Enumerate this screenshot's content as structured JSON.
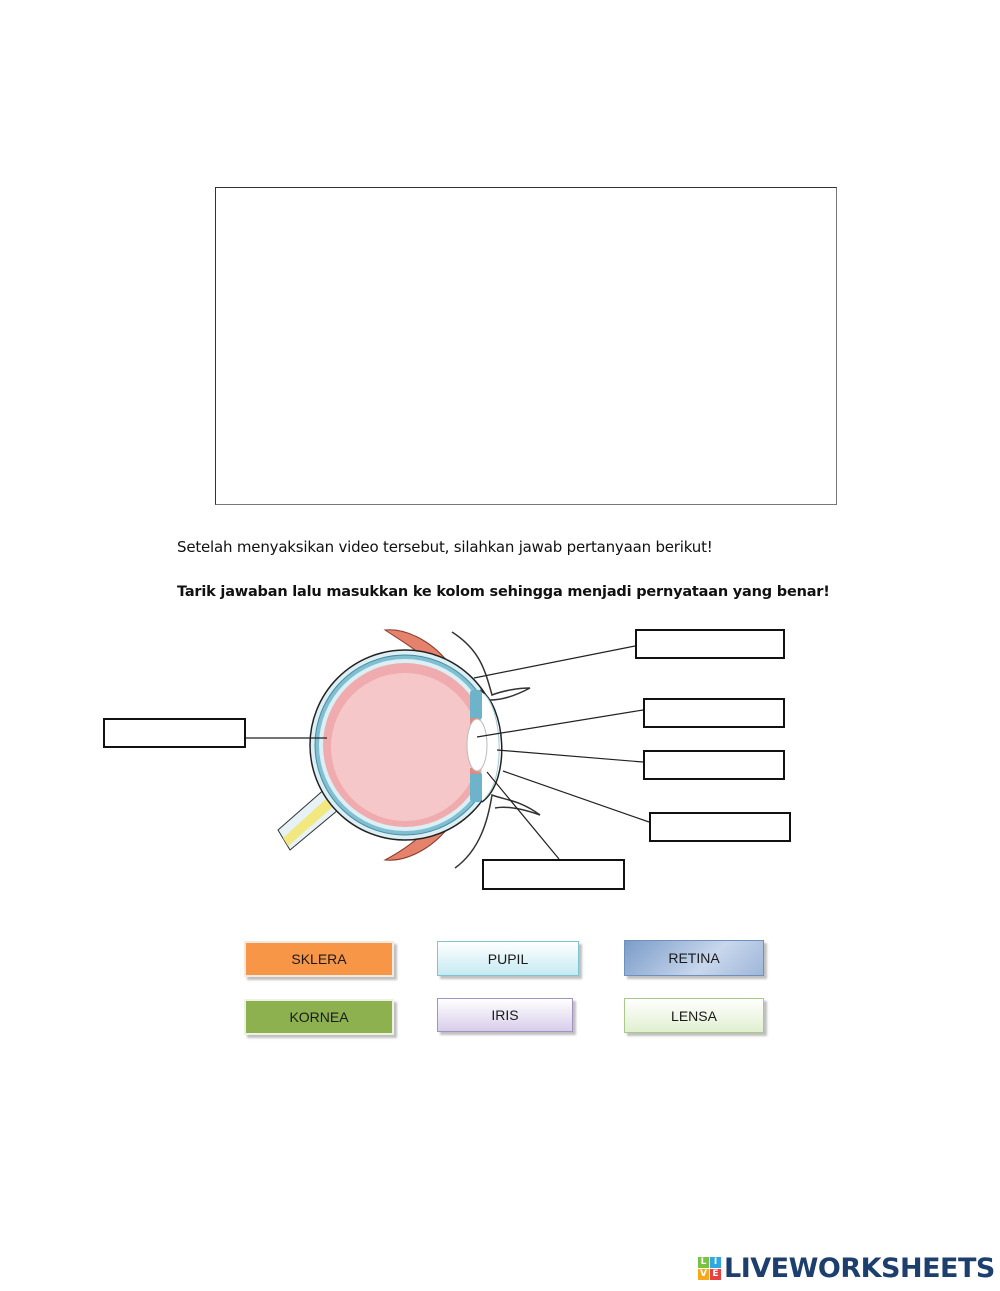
{
  "worksheet": {
    "video_placeholder": "",
    "instructions": {
      "line1": "Setelah menyaksikan video tersebut, silahkan jawab pertanyaan berikut!",
      "line2": "Tarik jawaban lalu masukkan ke kolom sehingga menjadi  pernyataan yang benar!"
    },
    "diagram": {
      "subject": "eye-cross-section",
      "drop_boxes": [
        {
          "id": "left",
          "value": ""
        },
        {
          "id": "right-1",
          "value": ""
        },
        {
          "id": "right-2",
          "value": ""
        },
        {
          "id": "right-3",
          "value": ""
        },
        {
          "id": "right-4",
          "value": ""
        },
        {
          "id": "bottom",
          "value": ""
        }
      ]
    },
    "answers": [
      {
        "label": "SKLERA",
        "color": "#f79646"
      },
      {
        "label": "PUPIL",
        "color": "#c5eaf2"
      },
      {
        "label": "RETINA",
        "color": "#9fb7d9"
      },
      {
        "label": "KORNEA",
        "color": "#8db14e"
      },
      {
        "label": "IRIS",
        "color": "#d8cdea"
      },
      {
        "label": "LENSA",
        "color": "#e1efd0"
      }
    ]
  },
  "branding": {
    "logo_tiles": [
      "L",
      "I",
      "V",
      "E"
    ],
    "logo_tile_colors": [
      "#7cc242",
      "#2ea8df",
      "#f7a81b",
      "#e84040"
    ],
    "logo_text": "LIVEWORKSHEETS"
  }
}
